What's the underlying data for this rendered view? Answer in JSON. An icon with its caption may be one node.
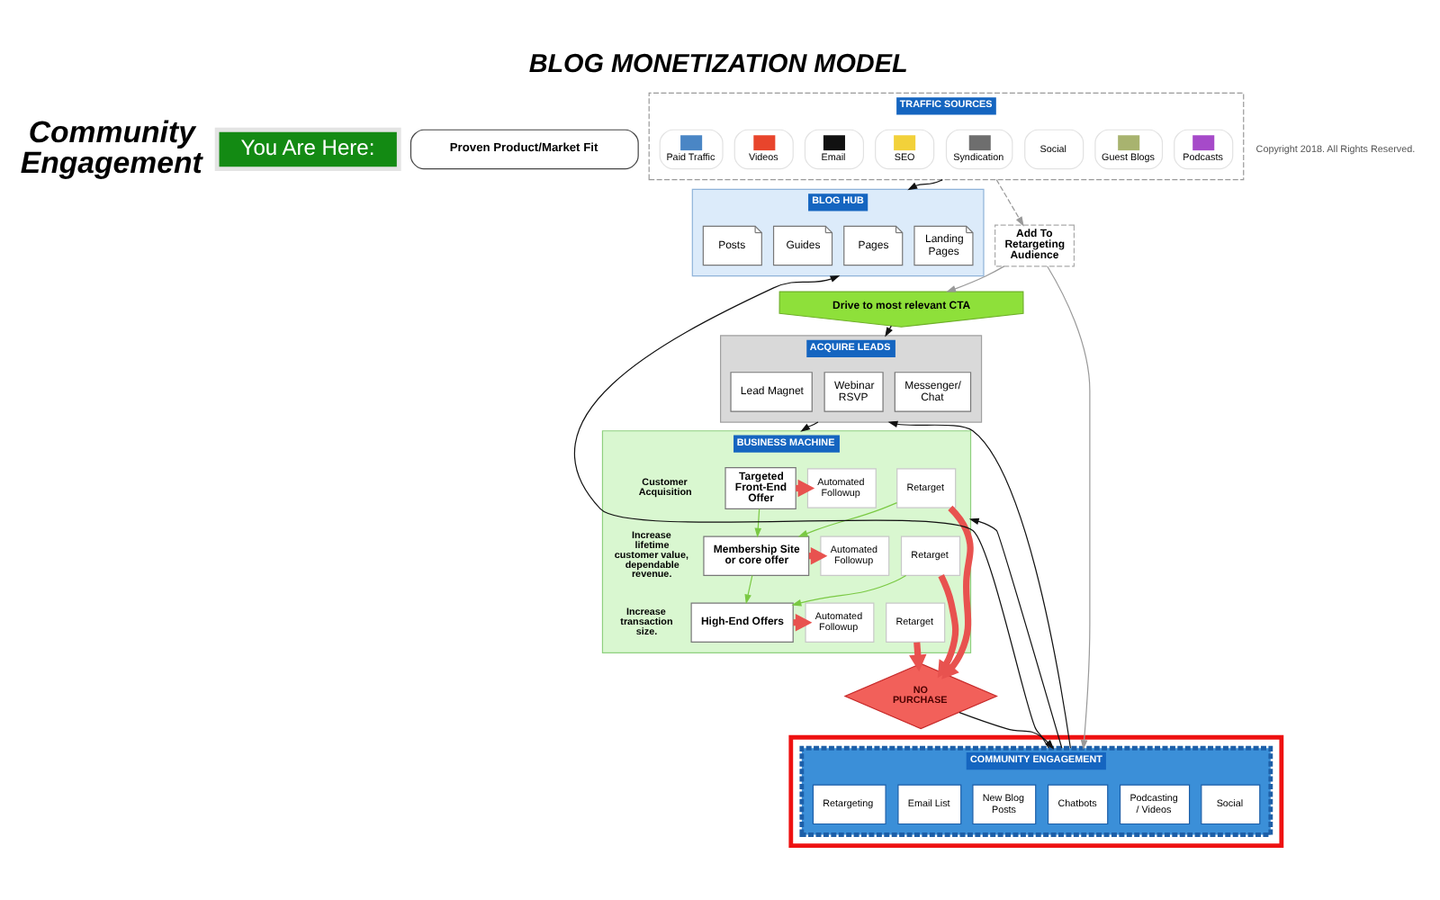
{
  "diagram": {
    "title": "BLOG MONETIZATION MODEL",
    "nodes": [
      {
        "text": [
          "You Are Here:"
        ]
      },
      {
        "text": [
          "Proven Product/Market Fit"
        ]
      },
      {
        "text": [
          "TRAFFIC SOURCES"
        ]
      },
      {
        "text": [
          "Paid Traffic"
        ],
        "in": 2
      },
      {
        "text": [
          "Videos"
        ],
        "in": 2
      },
      {
        "text": [
          "Email"
        ],
        "in": 2
      },
      {
        "text": [
          "SEO"
        ],
        "in": 2
      },
      {
        "text": [
          "Syndication"
        ],
        "in": 2
      },
      {
        "text": [
          "Social"
        ],
        "in": 2
      },
      {
        "text": [
          "Guest Blogs"
        ],
        "in": 2
      },
      {
        "text": [
          "Podcasts"
        ],
        "in": 2
      },
      {
        "text": [
          "BLOG HUB"
        ]
      },
      {
        "text": [
          "Posts"
        ],
        "in": 11
      },
      {
        "text": [
          "Guides"
        ],
        "in": 11
      },
      {
        "text": [
          "Pages"
        ],
        "in": 11
      },
      {
        "text": [
          "Landing Pages"
        ],
        "in": 11
      },
      {
        "text": [
          "Add To Retargeting Audience"
        ]
      },
      {
        "text": [
          "Drive to most relevant CTA"
        ]
      },
      {
        "text": [
          "ACQUIRE LEADS"
        ]
      },
      {
        "text": [
          "Lead Magnet"
        ],
        "in": 18
      },
      {
        "text": [
          "Webinar RSVP"
        ],
        "in": 18
      },
      {
        "text": [
          "Messenger/ Chat"
        ],
        "in": 18
      },
      {
        "text": [
          "BUSINESS MACHINE"
        ]
      },
      {
        "text": [
          "Targeted Front-End Offer"
        ],
        "in": 22
      },
      {
        "text": [
          "Automated Followup"
        ],
        "in": 22
      },
      {
        "text": [
          "Retarget"
        ],
        "in": 22
      },
      {
        "text": [
          "Membership Site or core offer"
        ],
        "in": 22
      },
      {
        "text": [
          "Automated Followup"
        ],
        "in": 22
      },
      {
        "text": [
          "Retarget"
        ],
        "in": 22
      },
      {
        "text": [
          "High-End Offers"
        ],
        "in": 22
      },
      {
        "text": [
          "Automated Followup"
        ],
        "in": 22
      },
      {
        "text": [
          "Retarget"
        ],
        "in": 22
      },
      {
        "text": [
          "NO PURCHASE"
        ]
      },
      {
        "text": [],
        "shape": "box"
      },
      {
        "text": [
          "COMMUNITY ENGAGEMENT"
        ],
        "in": 33
      },
      {
        "text": [
          "Retargeting"
        ],
        "in": 34
      },
      {
        "text": [
          "Email List"
        ],
        "in": 34
      },
      {
        "text": [
          "New Blog Posts"
        ],
        "in": 34
      },
      {
        "text": [
          "Chatbots"
        ],
        "in": 34
      },
      {
        "text": [
          "Podcasting / Videos"
        ],
        "in": 34
      },
      {
        "text": [
          "Social"
        ],
        "in": 34
      }
    ],
    "edges": [
      {
        "from": 2,
        "to": 11,
        "arrow": "to"
      },
      {
        "from": 2,
        "to": 16,
        "arrow": "to",
        "style": "dashed",
        "color": "#999999"
      },
      {
        "from": 16,
        "to": 17,
        "arrow": "to",
        "color": "#999999"
      },
      {
        "from": 16,
        "to": 34,
        "arrow": "to",
        "color": "#999999"
      },
      {
        "from": 17,
        "to": 18,
        "arrow": "to"
      },
      {
        "from": 18,
        "to": 22,
        "arrow": "to"
      },
      {
        "from": 23,
        "to": 26,
        "arrow": "to",
        "color": "#7ac943"
      },
      {
        "from": 26,
        "to": 29,
        "arrow": "to",
        "color": "#7ac943"
      },
      {
        "from": 23,
        "to": 24,
        "arrow": "to",
        "style": "thick",
        "color": "#e8524f"
      },
      {
        "from": 25,
        "to": 26,
        "arrow": "to",
        "color": "#7ac943"
      },
      {
        "from": 25,
        "to": 32,
        "arrow": "to",
        "style": "thick",
        "color": "#e8524f"
      },
      {
        "from": 26,
        "to": 27,
        "arrow": "to",
        "style": "thick",
        "color": "#e8524f"
      },
      {
        "from": 28,
        "to": 29,
        "arrow": "to",
        "color": "#7ac943"
      },
      {
        "from": 28,
        "to": 32,
        "arrow": "to",
        "style": "thick",
        "color": "#e8524f"
      },
      {
        "from": 29,
        "to": 30,
        "arrow": "to",
        "style": "thick",
        "color": "#e8524f"
      },
      {
        "from": 31,
        "to": 32,
        "arrow": "to",
        "style": "thick",
        "color": "#e8524f"
      },
      {
        "from": 32,
        "to": 34,
        "arrow": "to"
      },
      {
        "from": 34,
        "to": 11,
        "arrow": "to"
      },
      {
        "from": 34,
        "to": 18,
        "arrow": "to"
      },
      {
        "from": 34,
        "to": 22,
        "arrow": "to"
      }
    ],
    "labels": [
      "Community Engagement",
      "Customer Acquisition",
      "Increase lifetime customer value, dependable revenue.",
      "Increase transaction size.",
      "Copyright 2018. All Rights Reserved."
    ]
  }
}
